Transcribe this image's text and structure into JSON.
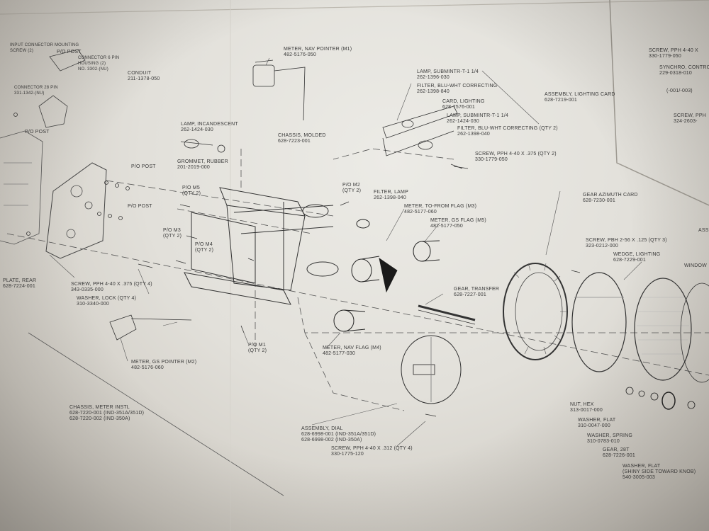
{
  "labels": {
    "input_connector": [
      "INPUT CONNECTOR MOUNTING",
      "SCREW (2)"
    ],
    "pio_post_1": "P/O POST",
    "connector_top": [
      "CONNECTOR 6 PIN",
      "HOUSING (2)",
      "NO. 3302-(NU)"
    ],
    "conduit": [
      "CONDUIT",
      "211-1378-050"
    ],
    "connector_28": [
      "CONNECTOR 28 PIN",
      "331-1342-(NU)"
    ],
    "pio_post_2": "P/O POST",
    "meter_nav_pointer": [
      "METER, NAV POINTER (M1)",
      "482-5176-050"
    ],
    "lamp_incandescent": [
      "LAMP, INCANDESCENT",
      "262-1424-030"
    ],
    "chassis_molded": [
      "CHASSIS, MOLDED",
      "628-7223-001"
    ],
    "grommet_rubber": [
      "GROMMET, RUBBER",
      "201-2019-000"
    ],
    "pio_post_3": "P/O POST",
    "pio_post_4": "P/O POST",
    "pio_m5": [
      "P/O M5",
      "(QTY 2)"
    ],
    "pio_m3": [
      "P/O M3",
      "(QTY 2)"
    ],
    "pio_m4": [
      "P/O M4",
      "(QTY 2)"
    ],
    "pio_m2": [
      "P/O M2",
      "(QTY 2)"
    ],
    "filter_lamp": [
      "FILTER, LAMP",
      "262-1398-040"
    ],
    "lamp_subminiature_1": [
      "LAMP, SUBMINTR-T-1 1/4",
      "262-1396-030"
    ],
    "filter_blu_1": [
      "FILTER, BLU-WHT CORRECTING",
      "262-1398-840"
    ],
    "card_lighting": [
      "CARD, LIGHTING",
      "628-7576-001"
    ],
    "lamp_subminiature_2": [
      "LAMP, SUBMINTR-T-1 1/4",
      "262-1424-030"
    ],
    "filter_blu_2": [
      "FILTER, BLU-WHT CORRECTING (QTY 2)",
      "262-1398-040"
    ],
    "assembly_lighting_card": [
      "ASSEMBLY, LIGHTING CARD",
      "628-7219-001"
    ],
    "screw_lighting": [
      "SCREW, PPH 4-40 X .375 (QTY 2)",
      "330-1779-050"
    ],
    "meter_to_from": [
      "METER, TO-FROM FLAG (M3)",
      "482-5177-060"
    ],
    "meter_gs_flag": [
      "METER, GS FLAG (M5)",
      "482-5177-050"
    ],
    "gear_azimuth": [
      "GEAR AZIMUTH CARD",
      "628-7230-001"
    ],
    "screw_pbh": [
      "SCREW, PBH 2-56 X .125 (QTY 3)",
      "323-0212-000"
    ],
    "wedge_lighting": [
      "WEDGE, LIGHTING",
      "628-7229-001"
    ],
    "window": "WINDOW",
    "gear_transfer": [
      "GEAR, TRANSFER",
      "628-7227-001"
    ],
    "plate_rear": [
      "PLATE, REAR",
      "628-7224-001"
    ],
    "screw_pph_rear": [
      "SCREW, PPH 4-40 X .375 (QTY 4)",
      "343-0335-000"
    ],
    "washer_lock": [
      "WASHER, LOCK (QTY 4)",
      "310-3340-000"
    ],
    "meter_nav_flag": [
      "METER, NAV FLAG (M4)",
      "482-5177-030"
    ],
    "pio_m1": [
      "P/O M1",
      "(QTY 2)"
    ],
    "meter_gs_pointer": [
      "METER, GS POINTER (M2)",
      "482-5176-060"
    ],
    "chassis_meter_instl": [
      "CHASSIS, METER INSTL",
      "628-7220-001 (IND-351A/351D)",
      "628-7220-002 (IND-350A)"
    ],
    "assembly_dial": [
      "ASSEMBLY, DIAL",
      "628-6998-001 (IND-351A/351D)",
      "628-6998-002 (IND-350A)"
    ],
    "screw_dial": [
      "SCREW, PPH 4-40 X .312 (QTY 4)",
      "330-1775-120"
    ],
    "nut_hex": [
      "NUT, HEX",
      "313-0017-000"
    ],
    "washer_flat_1": [
      "WASHER, FLAT",
      "310-0047-000"
    ],
    "washer_spring": [
      "WASHER, SPRING",
      "310-0783-010"
    ],
    "gear_28t": [
      "GEAR, 28T",
      "628-7226-001"
    ],
    "washer_flat_2": [
      "WASHER, FLAT",
      "(SHINY SIDE TOWARD KNOB)",
      "540-3005-003"
    ],
    "right_screw": [
      "SCREW, PPH 4-40 X",
      "330-1779-050"
    ],
    "right_synchro": [
      "SYNCHRO, CONTROL",
      "229-0318-010"
    ],
    "right_001": "(-001/-003)",
    "right_screw2": [
      "SCREW, PPH",
      "324-2603-"
    ],
    "right_ass": "ASS"
  },
  "colors": {
    "paper": "#e4e2dc",
    "ink": "#3a3a3a",
    "flag_black": "#1a1a1a"
  }
}
